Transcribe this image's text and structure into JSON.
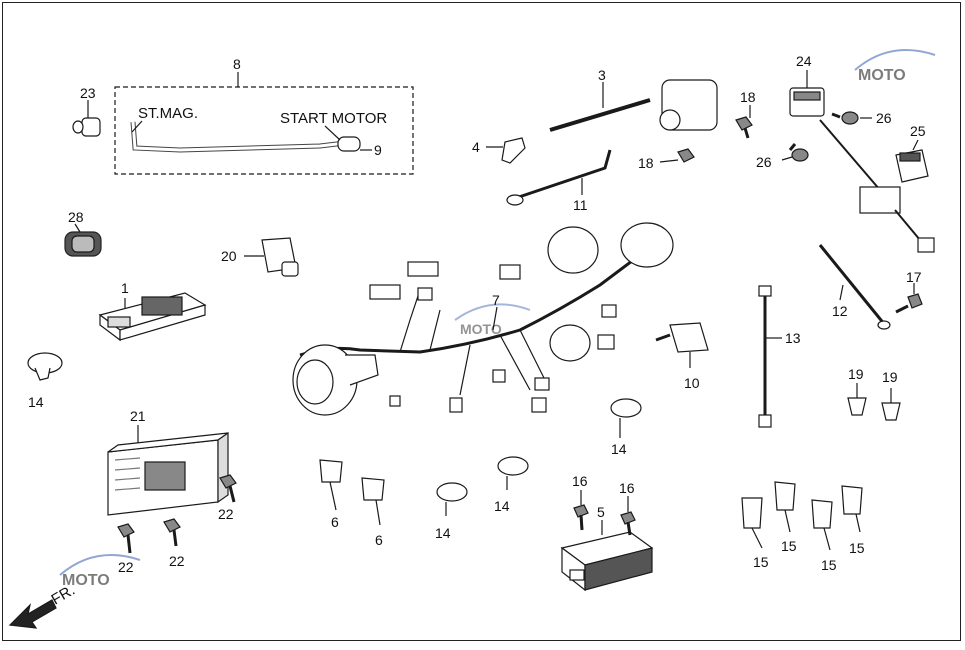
{
  "diagram": {
    "part_numbers": {
      "p1": "1",
      "p3": "3",
      "p4": "4",
      "p5": "5",
      "p6a": "6",
      "p6b": "6",
      "p7": "7",
      "p8": "8",
      "p9": "9",
      "p10": "10",
      "p11": "11",
      "p12": "12",
      "p13": "13",
      "p14a": "14",
      "p14b": "14",
      "p14c": "14",
      "p14d": "14",
      "p15a": "15",
      "p15b": "15",
      "p15c": "15",
      "p15d": "15",
      "p16a": "16",
      "p16b": "16",
      "p17": "17",
      "p18a": "18",
      "p18b": "18",
      "p19a": "19",
      "p19b": "19",
      "p20": "20",
      "p21": "21",
      "p22a": "22",
      "p22b": "22",
      "p22c": "22",
      "p23": "23",
      "p24": "24",
      "p25": "25",
      "p26a": "26",
      "p26b": "26",
      "p28": "28"
    },
    "labels": {
      "st_mag": "ST.MAG.",
      "start_motor": "START MOTOR",
      "front": "FR."
    },
    "watermark": "MOTO",
    "colors": {
      "line": "#1a1a1a",
      "fill": "#ffffff",
      "shade": "#9a9a9a",
      "dark": "#444444",
      "watermark_red": "#d43a3a",
      "watermark_blue": "#3a5fb0"
    }
  }
}
